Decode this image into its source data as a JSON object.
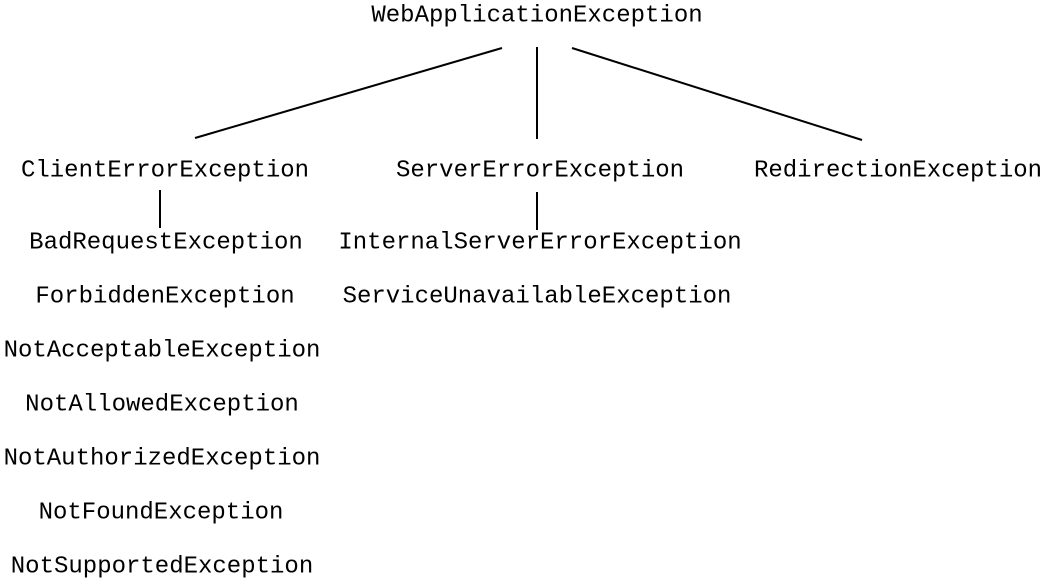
{
  "diagram": {
    "root": {
      "label": "WebApplicationException"
    },
    "level2": [
      {
        "label": "ClientErrorException"
      },
      {
        "label": "ServerErrorException"
      },
      {
        "label": "RedirectionException"
      }
    ],
    "client_error_children": [
      {
        "label": "BadRequestException"
      },
      {
        "label": "ForbiddenException"
      },
      {
        "label": "NotAcceptableException"
      },
      {
        "label": "NotAllowedException"
      },
      {
        "label": "NotAuthorizedException"
      },
      {
        "label": "NotFoundException"
      },
      {
        "label": "NotSupportedException"
      }
    ],
    "server_error_children": [
      {
        "label": "InternalServerErrorException"
      },
      {
        "label": "ServiceUnavailableException"
      }
    ],
    "edges": [
      {
        "from": "WebApplicationException",
        "to": "ClientErrorException"
      },
      {
        "from": "WebApplicationException",
        "to": "ServerErrorException"
      },
      {
        "from": "WebApplicationException",
        "to": "RedirectionException"
      },
      {
        "from": "ClientErrorException",
        "to": "BadRequestException"
      },
      {
        "from": "ServerErrorException",
        "to": "InternalServerErrorException"
      }
    ]
  },
  "colors": {
    "text": "#000000",
    "line": "#000000",
    "background": "#ffffff"
  }
}
